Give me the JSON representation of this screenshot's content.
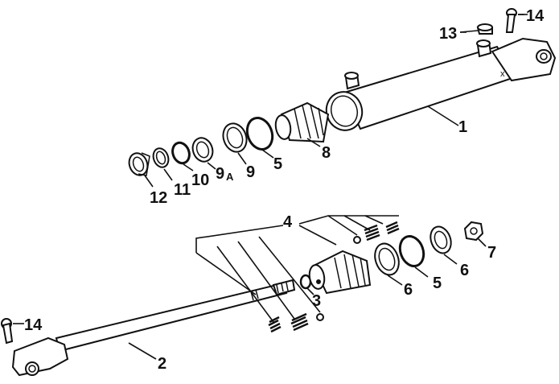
{
  "callouts": {
    "c1": "1",
    "c2": "2",
    "c3": "3",
    "c4": "4",
    "c5a": "5",
    "c5b": "5",
    "c6a": "6",
    "c6b": "6",
    "c7": "7",
    "c8": "8",
    "c9": "9",
    "c9a_num": "9",
    "c9a_sub": "A",
    "c10": "10",
    "c11": "11",
    "c12": "12",
    "c13": "13",
    "c14a": "14",
    "c14b": "14"
  },
  "barrel_mark": "x"
}
